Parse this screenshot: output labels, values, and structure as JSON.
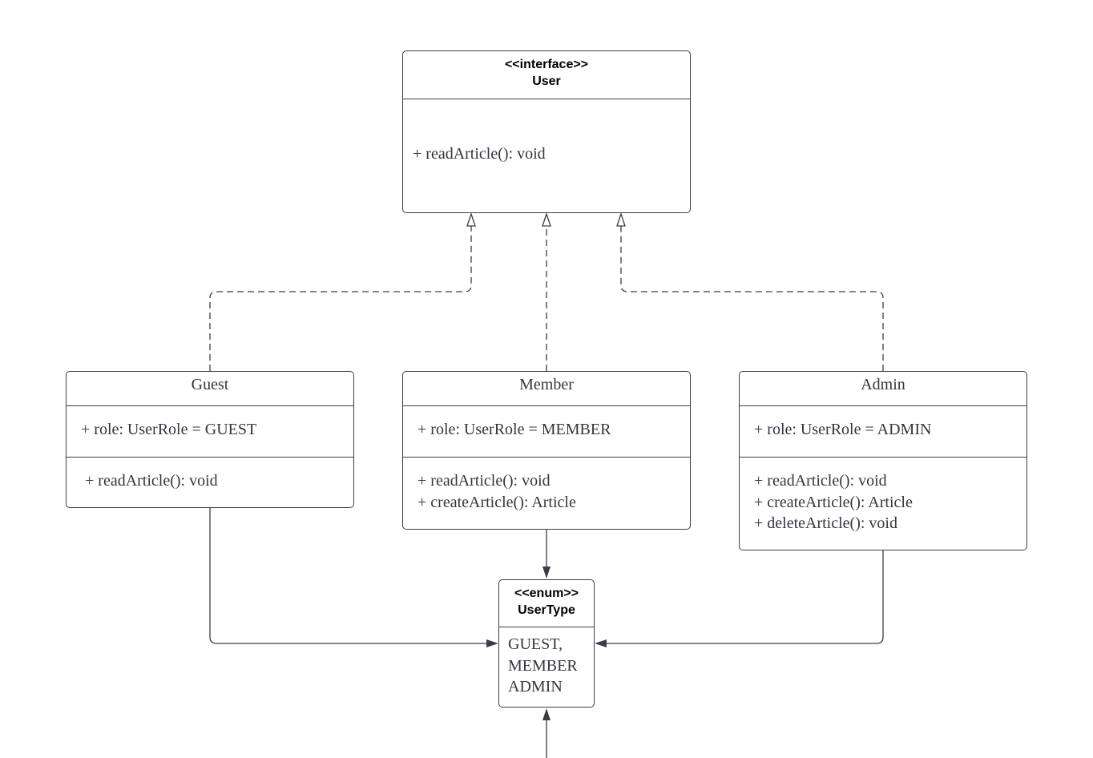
{
  "user": {
    "stereotype": "<<interface>>",
    "name": "User",
    "methods": [
      "+ readArticle(): void"
    ]
  },
  "guest": {
    "name": "Guest",
    "attributes": [
      "+ role: UserRole = GUEST"
    ],
    "methods": [
      "+ readArticle(): void"
    ]
  },
  "member": {
    "name": "Member",
    "attributes": [
      "+ role: UserRole = MEMBER"
    ],
    "methods": [
      "+ readArticle(): void",
      "+ createArticle(): Article"
    ]
  },
  "admin": {
    "name": "Admin",
    "attributes": [
      "+ role: UserRole = ADMIN"
    ],
    "methods": [
      "+ readArticle(): void",
      "+ createArticle(): Article",
      "+ deleteArticle(): void"
    ]
  },
  "usertype": {
    "stereotype": "<<enum>>",
    "name": "UserType",
    "values": [
      "GUEST,",
      "MEMBER",
      "ADMIN"
    ]
  },
  "colors": {
    "line": "#3a3d45",
    "text": "#333640"
  }
}
